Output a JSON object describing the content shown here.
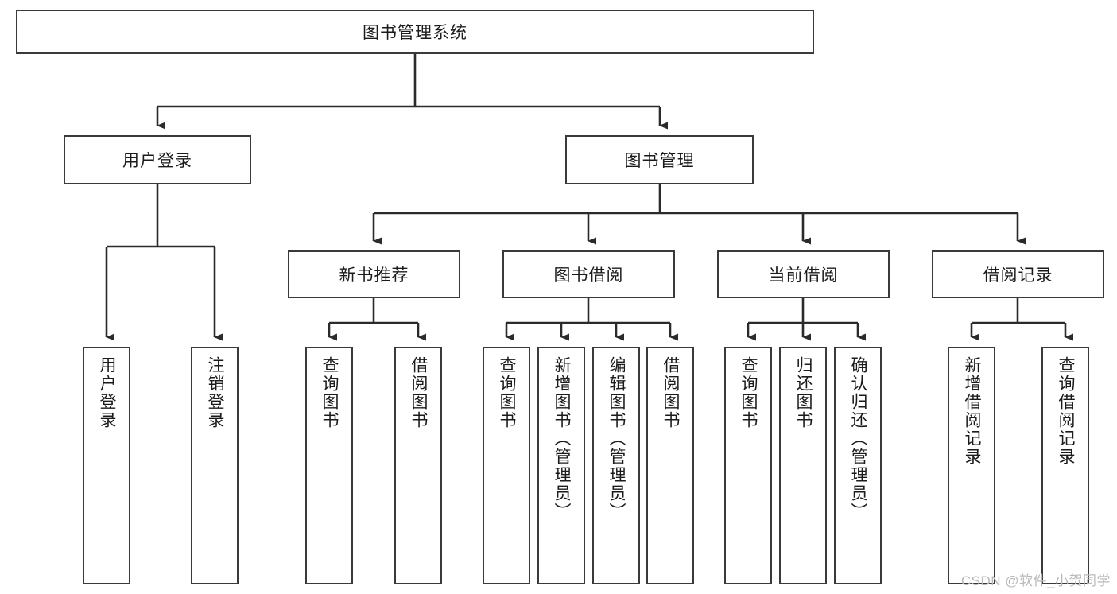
{
  "diagram": {
    "type": "hierarchy-tree",
    "title": "图书管理系统",
    "watermark": "CSDN @软件_小贺同学",
    "colors": {
      "box_border": "#3a3a3a",
      "box_fill": "#ffffff",
      "connector": "#2b2b2b",
      "text": "#1b1b1b",
      "watermark": "#b9b9b9",
      "background": "#ffffff"
    },
    "levels": [
      {
        "level": 1,
        "nodes": [
          {
            "id": "root",
            "label": "图书管理系统",
            "orientation": "horizontal"
          }
        ]
      },
      {
        "level": 2,
        "nodes": [
          {
            "id": "login",
            "label": "用户登录",
            "orientation": "horizontal",
            "parent": "root"
          },
          {
            "id": "bookmgr",
            "label": "图书管理",
            "orientation": "horizontal",
            "parent": "root"
          }
        ]
      },
      {
        "level": 3,
        "nodes": [
          {
            "id": "newbook",
            "label": "新书推荐",
            "orientation": "horizontal",
            "parent": "bookmgr"
          },
          {
            "id": "borrow",
            "label": "图书借阅",
            "orientation": "horizontal",
            "parent": "bookmgr"
          },
          {
            "id": "current",
            "label": "当前借阅",
            "orientation": "horizontal",
            "parent": "bookmgr"
          },
          {
            "id": "records",
            "label": "借阅记录",
            "orientation": "horizontal",
            "parent": "bookmgr"
          }
        ]
      },
      {
        "level": 4,
        "nodes": [
          {
            "id": "leaf1",
            "label": "用户登录",
            "orientation": "vertical",
            "parent": "login"
          },
          {
            "id": "leaf2",
            "label": "注销登录",
            "orientation": "vertical",
            "parent": "login"
          },
          {
            "id": "leaf3",
            "label": "查询图书",
            "orientation": "vertical",
            "parent": "newbook"
          },
          {
            "id": "leaf4",
            "label": "借阅图书",
            "orientation": "vertical",
            "parent": "newbook"
          },
          {
            "id": "leaf5",
            "label": "查询图书",
            "orientation": "vertical",
            "parent": "borrow"
          },
          {
            "id": "leaf6",
            "label": "新增图书（管理员）",
            "orientation": "vertical",
            "parent": "borrow"
          },
          {
            "id": "leaf7",
            "label": "编辑图书（管理员）",
            "orientation": "vertical",
            "parent": "borrow"
          },
          {
            "id": "leaf8",
            "label": "借阅图书",
            "orientation": "vertical",
            "parent": "borrow"
          },
          {
            "id": "leaf9",
            "label": "查询图书",
            "orientation": "vertical",
            "parent": "current"
          },
          {
            "id": "leaf10",
            "label": "归还图书",
            "orientation": "vertical",
            "parent": "current"
          },
          {
            "id": "leaf11",
            "label": "确认归还（管理员）",
            "orientation": "vertical",
            "parent": "current"
          },
          {
            "id": "leaf12",
            "label": "新增借阅记录",
            "orientation": "vertical",
            "parent": "records"
          },
          {
            "id": "leaf13",
            "label": "查询借阅记录",
            "orientation": "vertical",
            "parent": "records"
          }
        ]
      }
    ]
  }
}
